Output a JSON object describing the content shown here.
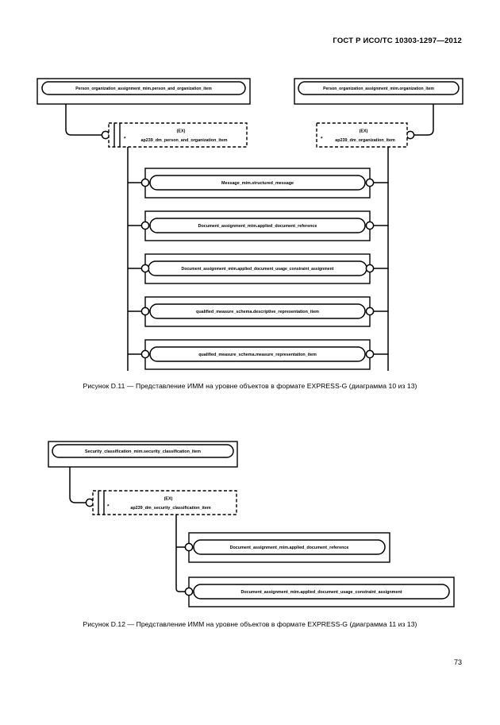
{
  "document": {
    "running_head": "ГОСТ Р ИСО/ТС 10303-1297—2012",
    "page_number": "73"
  },
  "figures": [
    {
      "id": "D.11",
      "caption": "Рисунок  D.11 — Представление ИММ на уровне объектов в формате EXPRESS-G (диаграмма 10 из 13)",
      "supertypes": [
        {
          "name": "top-left-supertype",
          "label": "Person_organization_assignment_mim.person_and_organization_item"
        },
        {
          "name": "top-right-supertype",
          "label": "Person_organization_assignment_mim.organization_item"
        }
      ],
      "ex_boxes": [
        {
          "name": "ex-person-and-organization-item",
          "tag": "(EX)",
          "star": "*",
          "label": "ap239_dm_person_and_organization_item"
        },
        {
          "name": "ex-organization-item",
          "tag": "(EX)",
          "star": "*",
          "label": "ap239_dm_organization_item"
        }
      ],
      "entities": [
        {
          "label": "Message_mim.structured_message"
        },
        {
          "label": "Document_assignment_mim.applied_document_reference"
        },
        {
          "label": "Document_assignment_mim.applied_document_usage_constraint_assignment"
        },
        {
          "label": "qualified_measure_schema.descriptive_representation_item"
        },
        {
          "label": "qualified_measure_schema.measure_representation_item"
        }
      ]
    },
    {
      "id": "D.12",
      "caption": "Рисунок  D.12 — Представление ИММ на уровне объектов в формате EXPRESS-G (диаграмма 11 из 13)",
      "supertypes": [
        {
          "name": "security-classification-supertype",
          "label": "Security_classification_mim.security_classification_item"
        }
      ],
      "ex_boxes": [
        {
          "name": "ex-security-classification-item",
          "tag": "(EX)",
          "star": "*",
          "label": "ap239_dm_security_classification_item"
        }
      ],
      "entities": [
        {
          "label": "Document_assignment_mim.applied_document_reference"
        },
        {
          "label": "Document_assignment_mim.applied_document_usage_constraint_assignment"
        }
      ]
    }
  ]
}
